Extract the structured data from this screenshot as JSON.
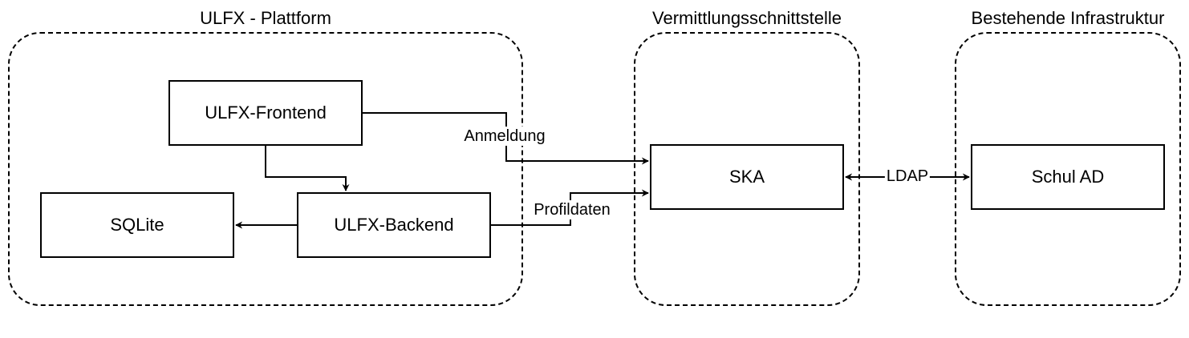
{
  "groups": {
    "platform": {
      "title": "ULFX - Plattform"
    },
    "interface": {
      "title": "Vermittlungsschnittstelle"
    },
    "infrastructure": {
      "title": "Bestehende Infrastruktur"
    }
  },
  "nodes": {
    "frontend": "ULFX-Frontend",
    "backend": "ULFX-Backend",
    "sqlite": "SQLite",
    "ska": "SKA",
    "schul_ad": "Schul AD"
  },
  "edges": {
    "anmeldung": "Anmeldung",
    "profildaten": "Profildaten",
    "ldap": "LDAP"
  }
}
